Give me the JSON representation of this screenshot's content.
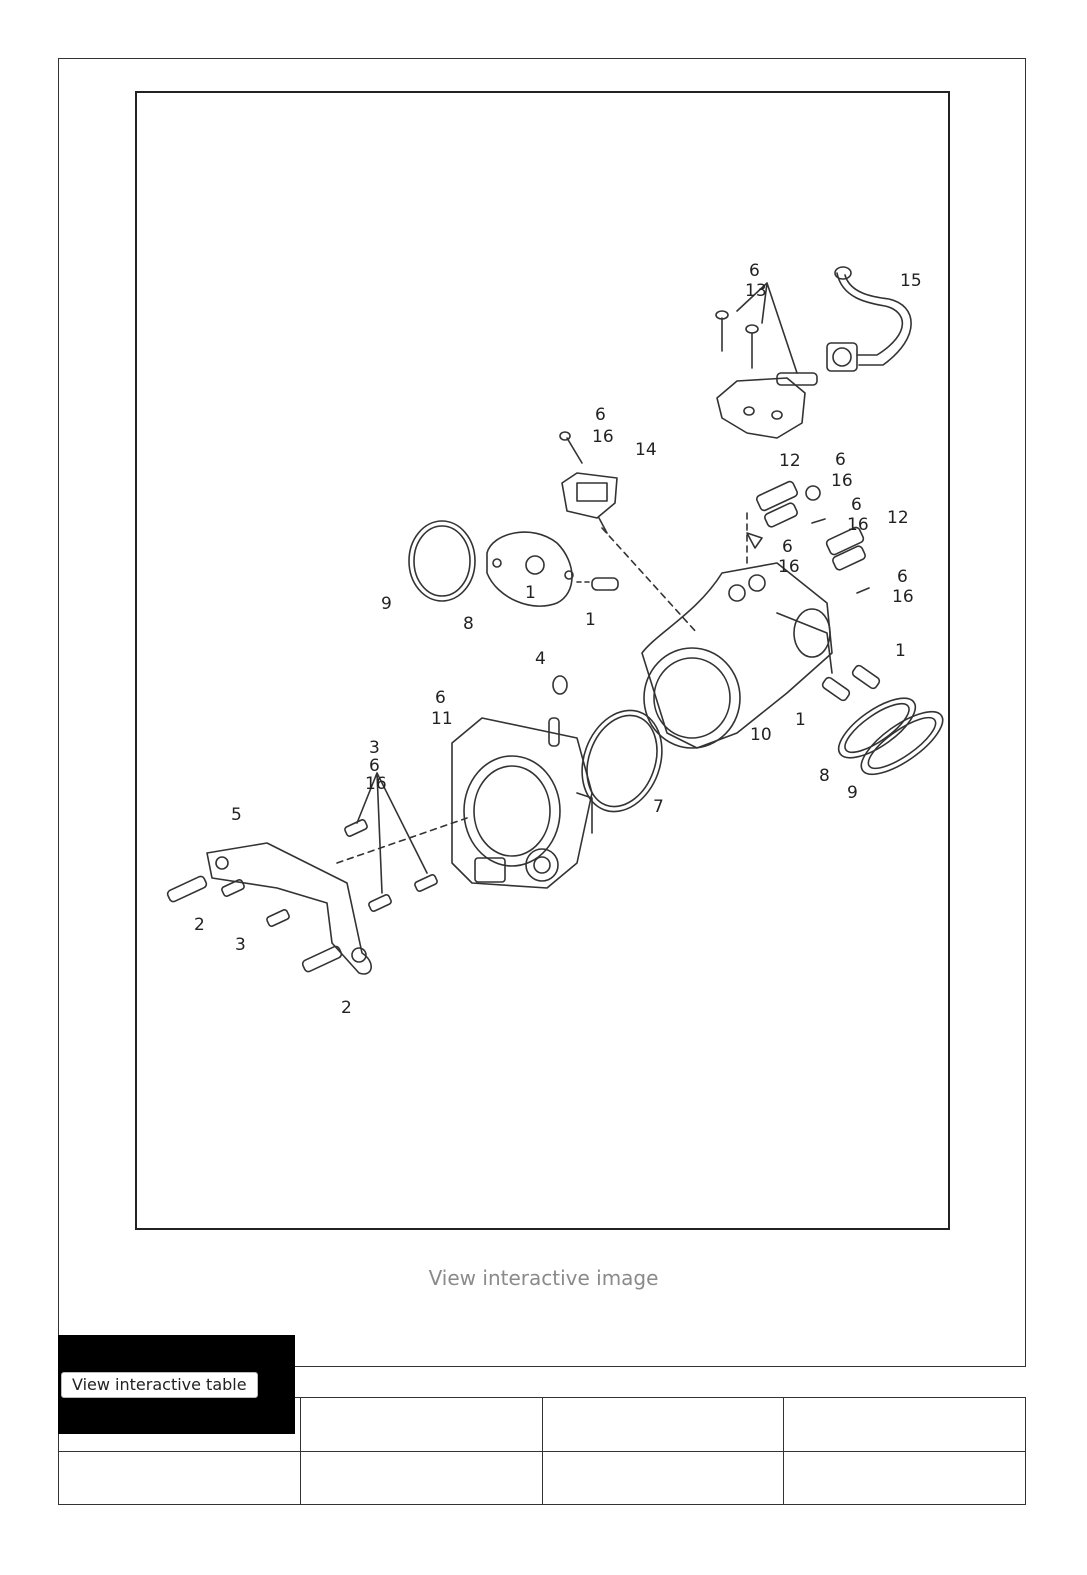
{
  "figure": {
    "callouts": [
      "6",
      "13",
      "15",
      "6",
      "16",
      "14",
      "12",
      "6",
      "16",
      "6",
      "16",
      "12",
      "6",
      "16",
      "6",
      "16",
      "9",
      "8",
      "1",
      "1",
      "1",
      "1",
      "4",
      "6",
      "11",
      "10",
      "8",
      "9",
      "7",
      "3",
      "6",
      "16",
      "5",
      "2",
      "3",
      "2"
    ]
  },
  "links": {
    "view_image": "View interactive image",
    "view_table": "View interactive table"
  },
  "table": {
    "rows": [
      [
        "",
        "",
        "",
        ""
      ],
      [
        "",
        "",
        "",
        ""
      ]
    ]
  }
}
